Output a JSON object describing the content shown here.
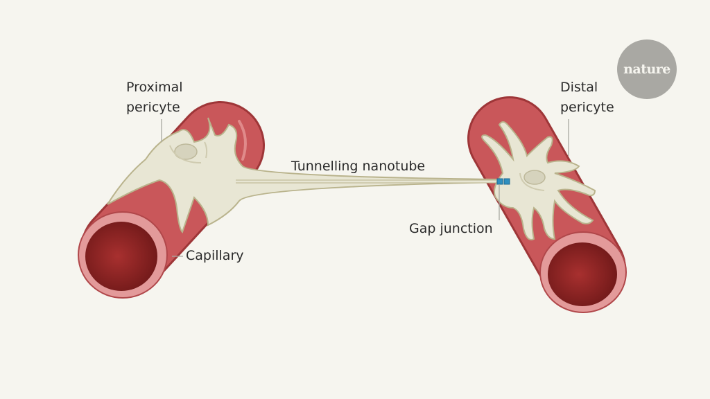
{
  "labels": {
    "proximal_line1": "Proximal",
    "proximal_line2": "pericyte",
    "distal_line1": "Distal",
    "distal_line2": "pericyte",
    "nanotube": "Tunnelling nanotube",
    "gap_junction": "Gap junction",
    "capillary": "Capillary"
  },
  "logo": "nature",
  "colors": {
    "background": "#f6f5ef",
    "vessel": "#c9575a",
    "vessel_inner": "#8e2224",
    "pericyte": "#e8e6d4",
    "gap_junction": "#2f8fbf",
    "logo": "#a9a8a3"
  }
}
